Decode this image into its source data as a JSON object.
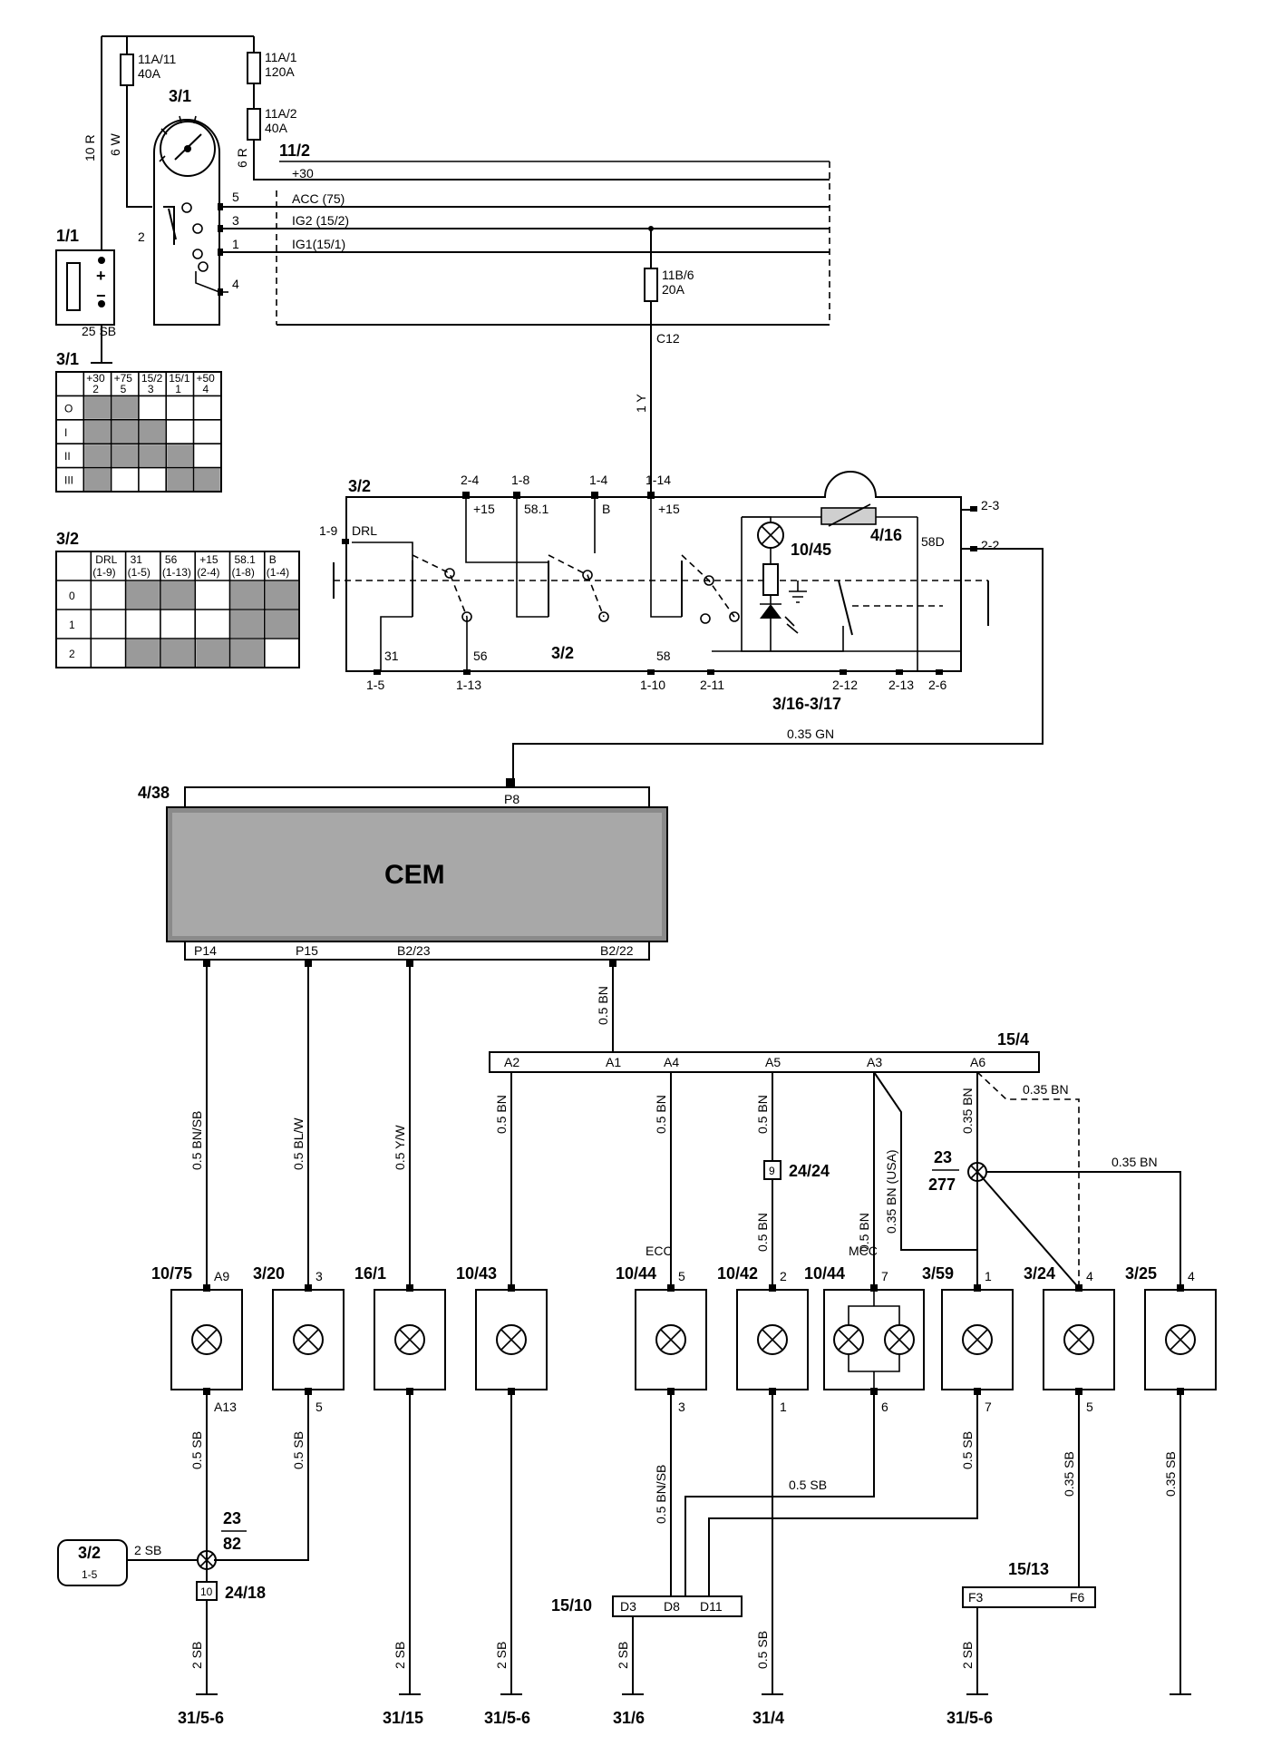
{
  "top": {
    "fuses": [
      {
        "id": "11A/11",
        "rating": "40A"
      },
      {
        "id": "11A/1",
        "rating": "120A"
      },
      {
        "id": "11A/2",
        "rating": "40A"
      },
      {
        "id": "11B/6",
        "rating": "20A"
      }
    ],
    "ignition_switch": "3/1",
    "battery": "1/1",
    "battery_plus": "+",
    "battery_minus": "−",
    "battery_ground_wire": "25 SB",
    "wire_10r": "10 R",
    "wire_6w": "6 W",
    "wire_6r": "6 R",
    "wire_1y": "1 Y",
    "wire_gn": "0.35 GN",
    "busbar": "11/2",
    "rails": [
      "+30",
      "ACC (75)",
      "IG2 (15/2)",
      "IG1(15/1)"
    ],
    "switch_pins": [
      "5",
      "3",
      "1",
      "4",
      "2"
    ],
    "connector_c12": "C12"
  },
  "ign_table": {
    "title": "3/1",
    "headers": [
      "+30\n2",
      "+75\n5",
      "15/2\n3",
      "15/1\n1",
      "+50\n4"
    ],
    "rows": [
      "O",
      "I",
      "II",
      "III"
    ]
  },
  "light_table": {
    "title": "3/2",
    "headers": [
      "DRL\n(1-9)",
      "31\n(1-5)",
      "56\n(1-13)",
      "+15\n(2-4)",
      "58.1\n(1-8)",
      "B\n(1-4)"
    ],
    "rows": [
      "0",
      "1",
      "2"
    ]
  },
  "light_switch": {
    "id": "3/2",
    "pins_top": [
      "2-4",
      "1-8",
      "1-4",
      "1-14",
      "2-3",
      "2-2"
    ],
    "inner_top": [
      "+15",
      "58.1",
      "B",
      "+15",
      "58D"
    ],
    "drl": "DRL",
    "pin_19": "1-9",
    "pins_bottom": [
      "1-5",
      "1-13",
      "1-10",
      "2-11",
      "2-12",
      "2-13",
      "2-6"
    ],
    "inner_bottom": [
      "31",
      "56",
      "58"
    ],
    "center_label": "3/2",
    "lamp": "10/45",
    "rheostat": "4/16",
    "sub_ref": "3/16-3/17"
  },
  "cem": {
    "ref": "4/38",
    "label": "CEM",
    "top_pin": "P8",
    "pins": [
      "P14",
      "P15",
      "B2/23",
      "B2/22"
    ]
  },
  "splice_block": {
    "id": "15/4",
    "pins": [
      "A2",
      "A1",
      "A4",
      "A5",
      "A3",
      "A6"
    ],
    "feed_wire": "0.5 BN"
  },
  "wires": {
    "p14": "0.5 BN/SB",
    "p15": "0.5 BL/W",
    "b223": "0.5 Y/W",
    "a2": "0.5 BN",
    "a4": "0.5 BN",
    "a5": "0.5 BN",
    "a5b": "0.5 BN",
    "a3": "0.5 BN",
    "a3usa": "0.35 BN (USA)",
    "a6": "0.35 BN",
    "a6dash": "0.35 BN",
    "s277": "0.35 BN"
  },
  "splices": {
    "s277_top": "23",
    "s277_bot": "277",
    "s82_top": "23",
    "s82_bot": "82",
    "conn2424_pin": "9",
    "conn2424": "24/24",
    "conn2418_pin": "10",
    "conn2418": "24/18"
  },
  "lamps": [
    {
      "ref": "10/75",
      "pin_top": "A9",
      "pin_bot": "A13"
    },
    {
      "ref": "3/20",
      "pin_top": "3",
      "pin_bot": "5"
    },
    {
      "ref": "16/1",
      "pin_top": "",
      "pin_bot": ""
    },
    {
      "ref": "10/43",
      "pin_top": "",
      "pin_bot": ""
    },
    {
      "ref": "10/44",
      "pin_top": "5",
      "pin_bot": "3",
      "tag": "ECC"
    },
    {
      "ref": "10/42",
      "pin_top": "2",
      "pin_bot": "1"
    },
    {
      "ref": "10/44",
      "pin_top": "7",
      "pin_bot": "6",
      "tag": "MCC"
    },
    {
      "ref": "3/59",
      "pin_top": "1",
      "pin_bot": "7"
    },
    {
      "ref": "3/24",
      "pin_top": "4",
      "pin_bot": "5"
    },
    {
      "ref": "3/25",
      "pin_top": "4",
      "pin_bot": ""
    }
  ],
  "lower_wires": {
    "l1": "0.5 SB",
    "l2": "0.5 SB",
    "ecc": "0.5 BN/SB",
    "mcc": "0.5 SB",
    "l359": "0.5 SB",
    "l324": "0.35 SB",
    "l325": "0.35 SB",
    "g1": "2 SB",
    "g2": "2 SB",
    "g3": "2 SB",
    "g4": "2 SB",
    "g5": "0.5 SB",
    "g6": "2 SB",
    "ref_wire": "2 SB"
  },
  "ref_box": {
    "top": "3/2",
    "bot": "1-5"
  },
  "block_1510": {
    "id": "15/10",
    "pins": [
      "D3",
      "D8",
      "D11"
    ]
  },
  "block_1513": {
    "id": "15/13",
    "pins": [
      "F3",
      "F6"
    ]
  },
  "grounds": [
    "31/5-6",
    "31/15",
    "31/5-6",
    "31/6",
    "31/4",
    "31/5-6"
  ]
}
